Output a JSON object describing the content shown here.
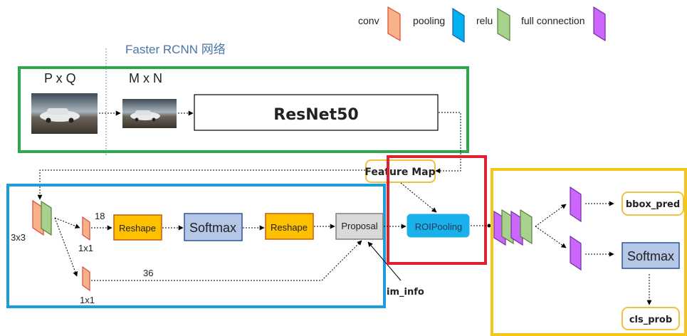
{
  "title": "Faster RCNN 网络",
  "legend": [
    {
      "label": "conv",
      "color": "#f9b189",
      "stroke": "#d94a38",
      "icon": "conv-layer-icon"
    },
    {
      "label": "pooling",
      "color": "#00b0f0",
      "stroke": "#1f5f9f",
      "icon": "pooling-layer-icon"
    },
    {
      "label": "relu",
      "color": "#a9d18e",
      "stroke": "#548235",
      "icon": "relu-layer-icon"
    },
    {
      "label": "full connection",
      "color": "#cc66ff",
      "stroke": "#7030a0",
      "icon": "fc-layer-icon"
    }
  ],
  "backbone": {
    "input_size_label": "P x Q",
    "resized_size_label": "M x N",
    "network_label": "ResNet50",
    "frame_color": "#2ea84f"
  },
  "feature_map_label": "Feature Map",
  "rpn": {
    "frame_color": "#1a9dd9",
    "conv3_label": "3x3",
    "cls_conv_label": "1x1",
    "cls_channels_label": "18",
    "reg_conv_label": "1x1",
    "reg_channels_label": "36",
    "reshape1_label": "Reshape",
    "softmax_label": "Softmax",
    "reshape2_label": "Reshape",
    "proposal_label": "Proposal",
    "im_info_label": "im_info"
  },
  "roi": {
    "frame_color": "#e02030",
    "label": "ROIPooling"
  },
  "head": {
    "frame_color": "#f5c518",
    "bbox_label": "bbox_pred",
    "softmax_label": "Softmax",
    "cls_label": "cls_prob"
  },
  "colors": {
    "reshape_fill": "#ffc000",
    "reshape_stroke": "#c55a11",
    "softmax_fill": "#b4c7e7",
    "softmax_stroke": "#2f5597",
    "proposal_fill": "#d9d9d9",
    "proposal_stroke": "#7f7f7f",
    "roi_fill": "#1ab0ea",
    "title_color": "#4a76a8",
    "output_box_stroke": "#f0c040"
  }
}
